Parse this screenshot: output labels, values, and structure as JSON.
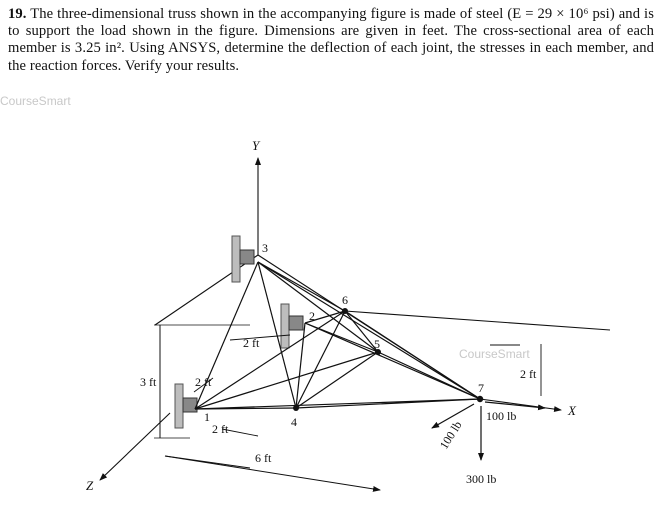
{
  "problem": {
    "number": "19.",
    "text": "The three-dimensional truss shown in the accompanying figure is made of steel (E = 29 × 10⁶ psi) and is to support the load shown in the figure. Dimensions are given in feet. The cross-sectional area of each member is 3.25 in². Using ANSYS, determine the deflection of each joint, the stresses in each member, and the reaction forces. Verify your results."
  },
  "watermark": "CourseSmart",
  "figure": {
    "axes": {
      "x": "X",
      "y": "Y",
      "z": "Z"
    },
    "nodes": [
      "1",
      "2",
      "3",
      "4",
      "5",
      "6",
      "7"
    ],
    "dimensions": {
      "height_3ft": "3 ft",
      "offset_2ft_left": "2 ft",
      "offset_2ft_upper": "2 ft",
      "offset_2ft_lower": "2 ft",
      "length_6ft": "6 ft",
      "height_2ft_right": "2 ft"
    },
    "loads": {
      "x_load": "100 lb",
      "z_load": "100 lb",
      "y_load": "300 lb"
    }
  }
}
